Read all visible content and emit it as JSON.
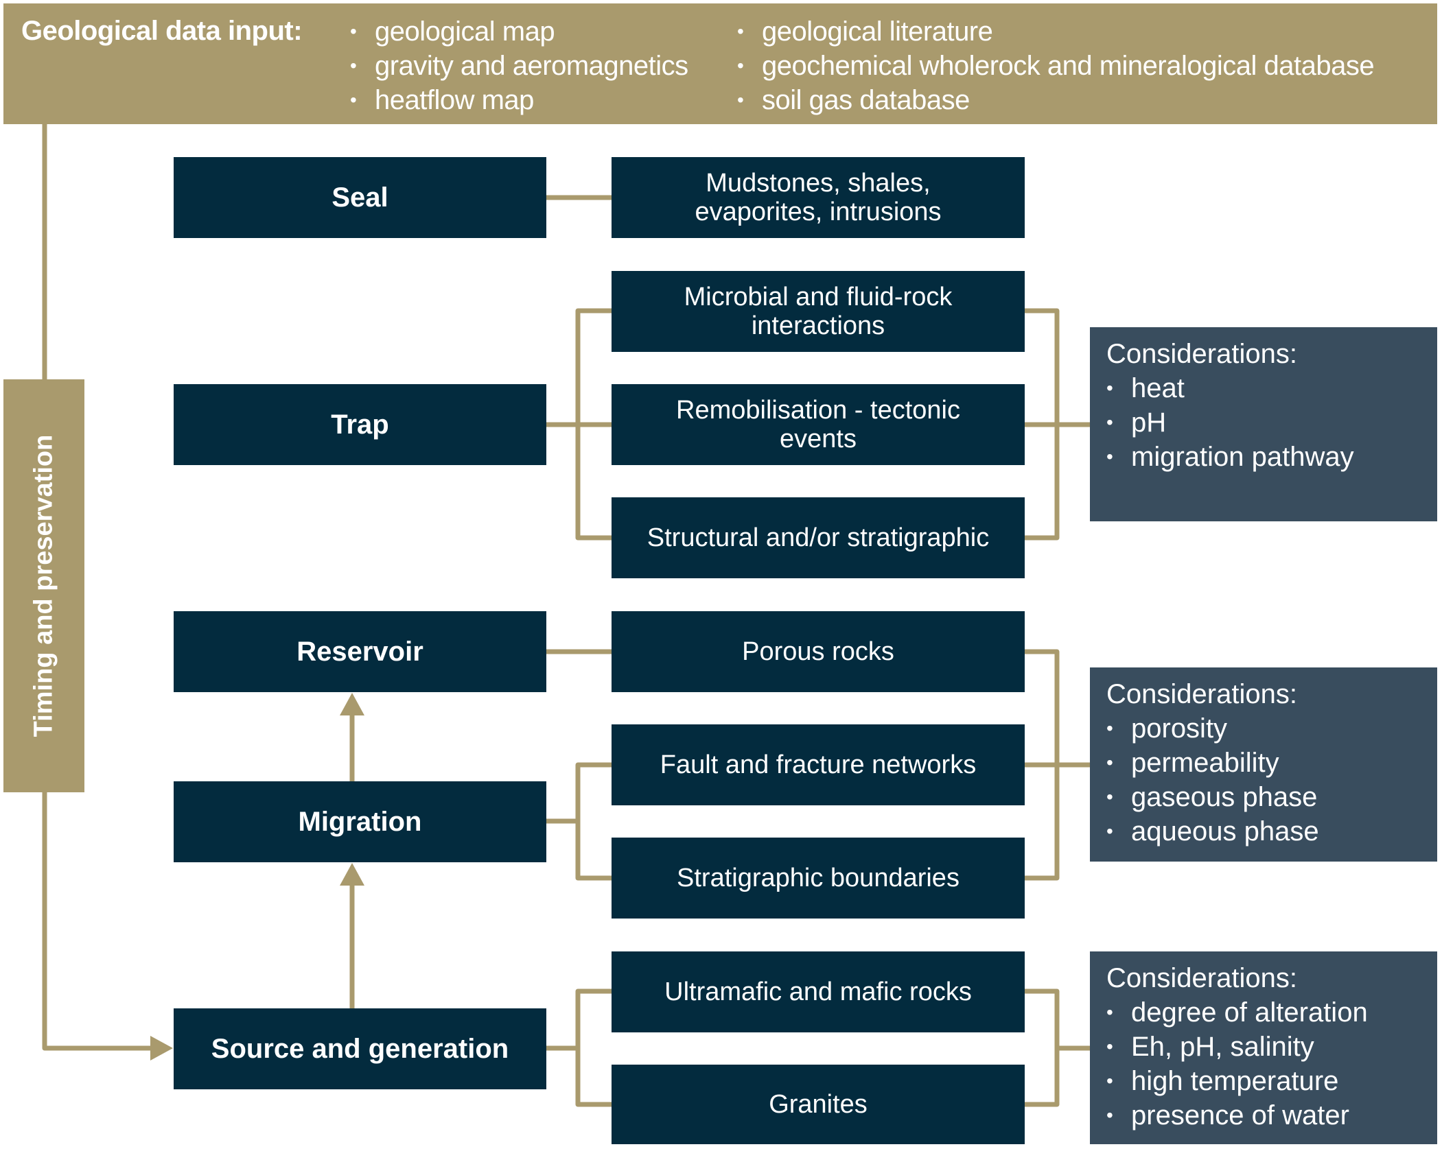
{
  "colors": {
    "gold": "#a99a6d",
    "dark_box": "#032b3e",
    "considerations_box": "#394d5e",
    "text": "#ffffff"
  },
  "header": {
    "title": "Geological data input:",
    "column1": [
      "geological map",
      "gravity and aeromagnetics",
      "heatflow map"
    ],
    "column2": [
      "geological literature",
      "geochemical wholerock and mineralogical database",
      "soil gas database"
    ],
    "bullet": "•"
  },
  "timing_bar": {
    "label": "Timing and preservation"
  },
  "stages": {
    "seal": "Seal",
    "trap": "Trap",
    "reservoir": "Reservoir",
    "migration": "Migration",
    "source": "Source and generation"
  },
  "details": {
    "seal": [
      "Mudstones, shales,",
      "evaporites, intrusions"
    ],
    "trap": [
      [
        "Microbial and fluid-rock",
        "interactions"
      ],
      [
        "Remobilisation - tectonic",
        "events"
      ],
      [
        "Structural and/or stratigraphic"
      ]
    ],
    "reservoir": [
      "Porous rocks"
    ],
    "migration": [
      "Fault and fracture networks",
      "Stratigraphic boundaries"
    ],
    "source": [
      "Ultramafic and mafic rocks",
      "Granites"
    ]
  },
  "considerations": [
    {
      "title": "Considerations:",
      "items": [
        "heat",
        "pH",
        "migration pathway"
      ]
    },
    {
      "title": "Considerations:",
      "items": [
        "porosity",
        "permeability",
        "gaseous phase",
        "aqueous phase"
      ]
    },
    {
      "title": "Considerations:",
      "items": [
        "degree of alteration",
        "Eh, pH, salinity",
        "high temperature",
        "presence of water"
      ]
    }
  ]
}
